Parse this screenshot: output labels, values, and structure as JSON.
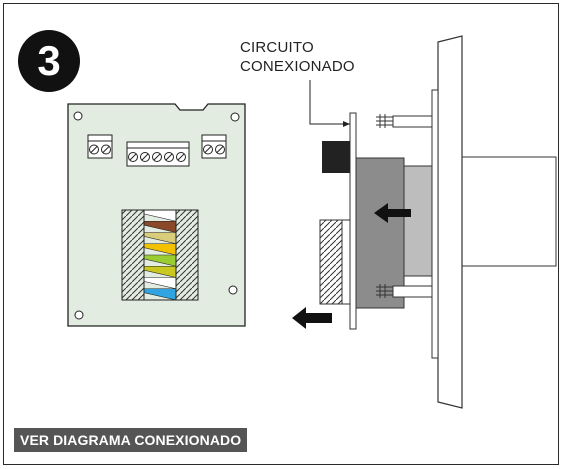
{
  "step": {
    "number": "3"
  },
  "callout": {
    "line1": "CIRCUITO",
    "line2": "CONEXIONADO"
  },
  "footer": {
    "label": "VER DIAGRAMA CONEXIONADO"
  },
  "colors": {
    "board": "#e2ece0",
    "wires": [
      "#ffffff",
      "#8a4a2a",
      "#d9cc7a",
      "#f2c200",
      "#9acd32",
      "#c8c820",
      "#ffffff",
      "#2fa4e0"
    ]
  }
}
